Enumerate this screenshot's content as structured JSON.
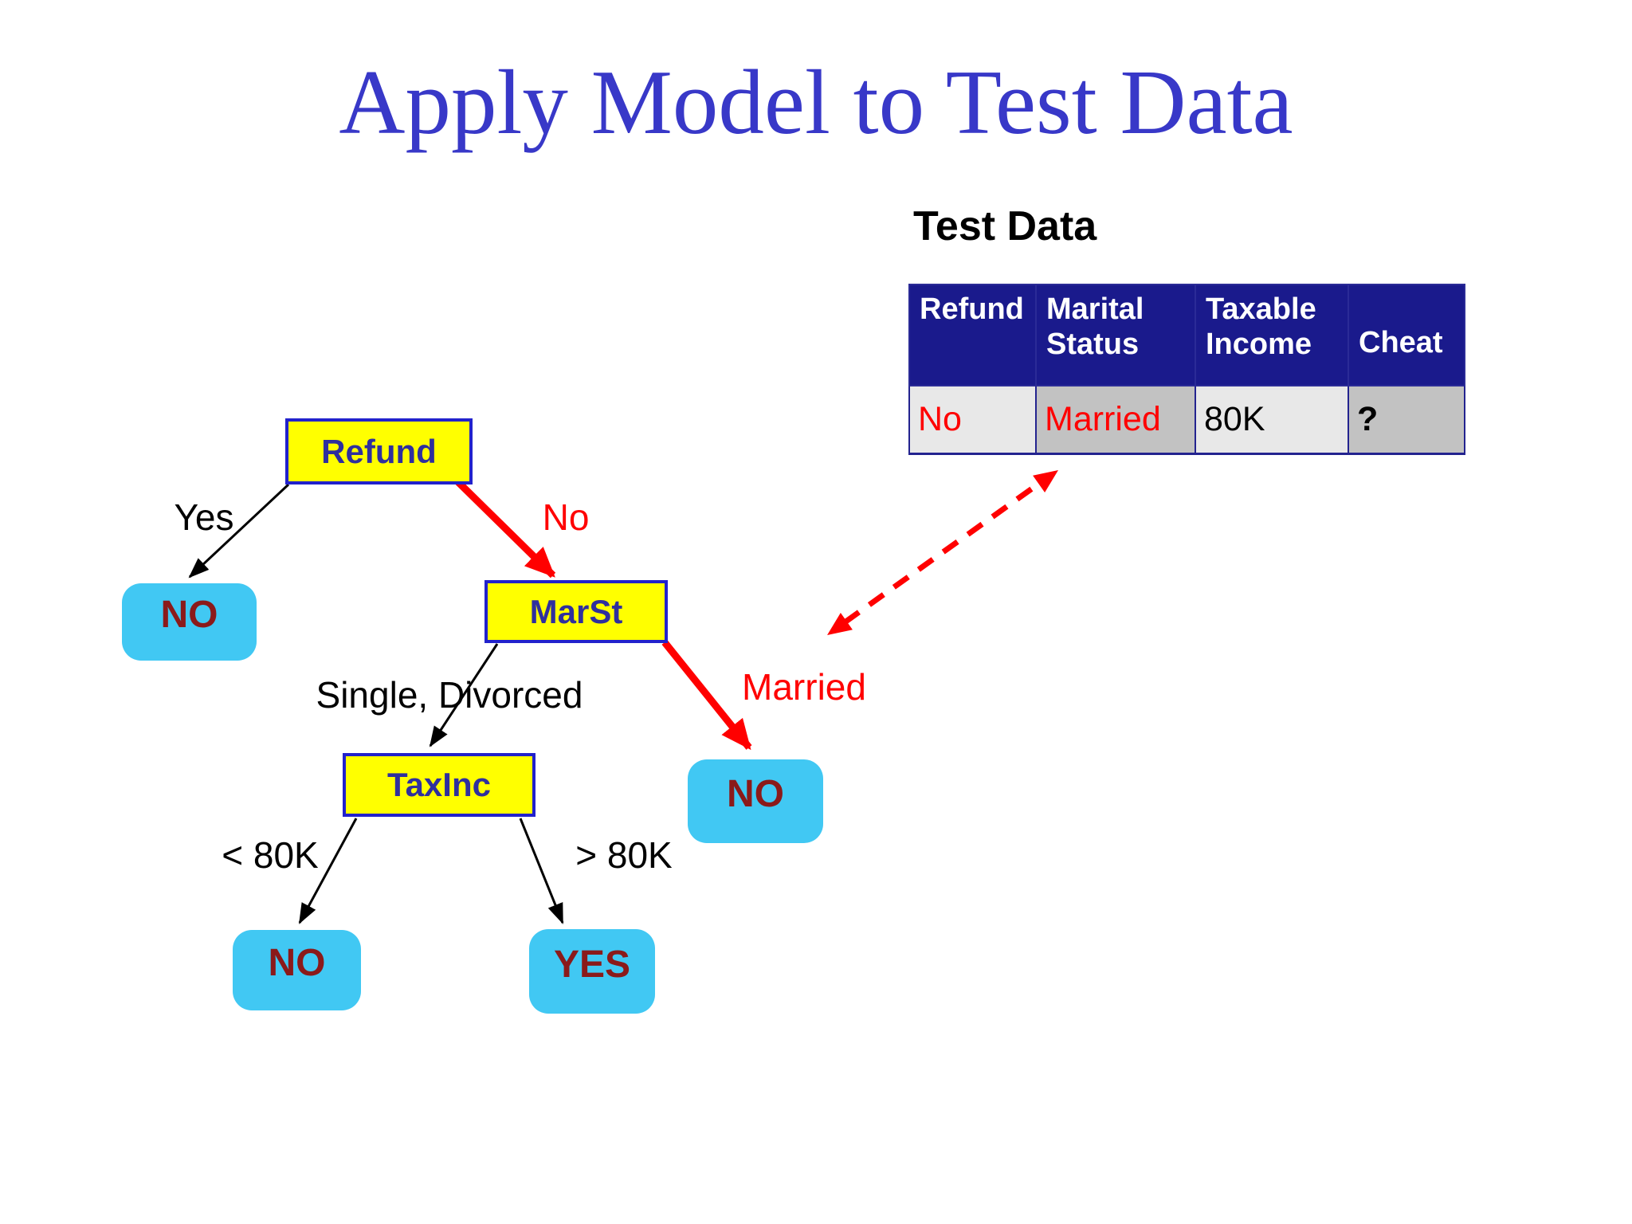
{
  "slide": {
    "title": "Apply Model to Test Data"
  },
  "test_data": {
    "heading": "Test Data",
    "columns": [
      "Refund",
      "Marital Status",
      "Taxable Income",
      "Cheat"
    ],
    "row": {
      "refund": "No",
      "marital_status": "Married",
      "taxable_income": "80K",
      "cheat": "?"
    }
  },
  "tree": {
    "nodes": {
      "refund": "Refund",
      "marst": "MarSt",
      "taxinc": "TaxInc"
    },
    "branches": {
      "yes": "Yes",
      "no": "No",
      "single_divorced": "Single, Divorced",
      "married": "Married",
      "lt_80k": "< 80K",
      "gt_80k": "> 80K"
    },
    "leaves": {
      "refund_yes": "NO",
      "marst_married": "NO",
      "taxinc_lt": "NO",
      "taxinc_gt": "YES"
    }
  },
  "colors": {
    "title_blue": "#3838C8",
    "table_header_bg": "#1A1A8C",
    "node_fill": "#FFFF00",
    "node_border": "#2222CC",
    "node_text": "#2F2F9E",
    "leaf_fill": "#41C8F3",
    "leaf_text": "#8B1A1A",
    "highlight_red": "#FF0000",
    "cell_light": "#E8E8E8",
    "cell_dark": "#C2C2C2"
  }
}
